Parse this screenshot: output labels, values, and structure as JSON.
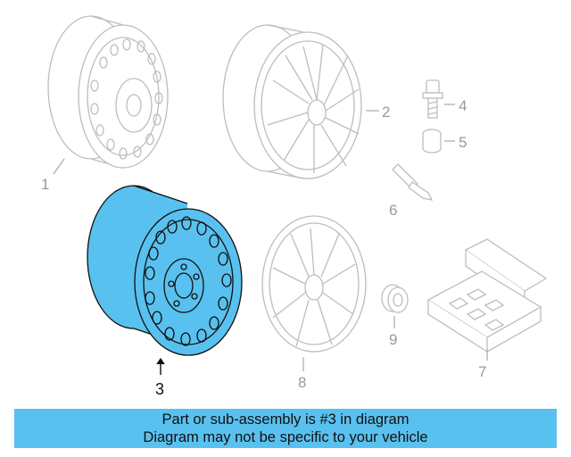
{
  "diagram": {
    "callouts": [
      {
        "num": "1",
        "highlighted": false
      },
      {
        "num": "2",
        "highlighted": false
      },
      {
        "num": "3",
        "highlighted": true
      },
      {
        "num": "4",
        "highlighted": false
      },
      {
        "num": "5",
        "highlighted": false
      },
      {
        "num": "6",
        "highlighted": false
      },
      {
        "num": "7",
        "highlighted": false
      },
      {
        "num": "8",
        "highlighted": false
      },
      {
        "num": "9",
        "highlighted": false
      }
    ],
    "colors": {
      "highlight_fill": "#59c1ef",
      "ghost_stroke": "#bdbdbd",
      "outline": "#111111"
    }
  },
  "banner": {
    "line1": "Part or sub-assembly is #3 in diagram",
    "line2": "Diagram may not be specific to your vehicle",
    "background": "#59c1ef"
  }
}
